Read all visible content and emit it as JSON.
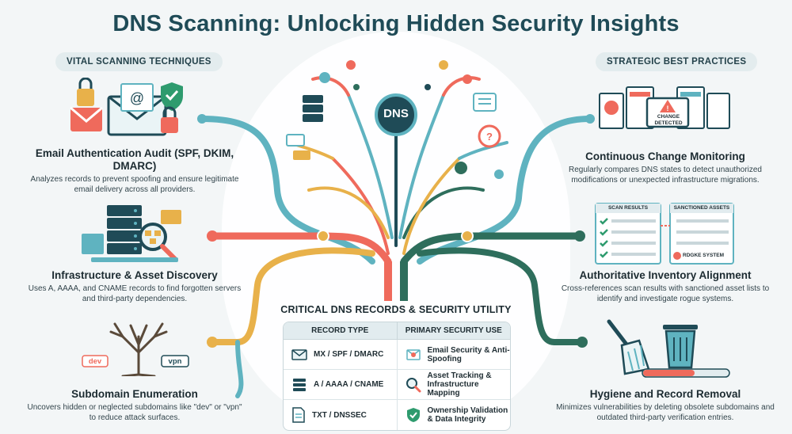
{
  "title": "DNS Scanning: Unlocking Hidden Security Insights",
  "left_heading": "VITAL SCANNING TECHNIQUES",
  "right_heading": "STRATEGIC BEST PRACTICES",
  "center_label": "DNS",
  "left_sections": [
    {
      "title": "Email Authentication Audit (SPF, DKIM, DMARC)",
      "desc": "Analyzes records to prevent spoofing and ensure legitimate email delivery across all providers.",
      "icon": "email-lock-icon"
    },
    {
      "title": "Infrastructure & Asset Discovery",
      "desc": "Uses A, AAAA, and CNAME records to find forgotten servers and third-party dependencies.",
      "icon": "server-discovery-icon"
    },
    {
      "title": "Subdomain Enumeration",
      "desc": "Uncovers hidden or neglected subdomains like \"dev\" or \"vpn\" to reduce attack surfaces.",
      "icon": "subdomain-tree-icon",
      "tags": [
        "dev",
        "vpn"
      ]
    }
  ],
  "right_sections": [
    {
      "title": "Continuous Change Monitoring",
      "desc": "Regularly compares DNS states to detect unauthorized modifications or unexpected infrastructure migrations.",
      "icon": "change-detected-icon",
      "badge": "CHANGE DETECTED"
    },
    {
      "title": "Authoritative Inventory Alignment",
      "desc": "Cross-references scan results with sanctioned asset lists to identify and investigate rogue systems.",
      "icon": "inventory-checklist-icon",
      "panel_left": "SCAN RESULTS",
      "panel_right": "SANCTIONED ASSETS",
      "rogue_label": "RDGKE SYSTEM"
    },
    {
      "title": "Hygiene and Record Removal",
      "desc": "Minimizes vulnerabilities by deleting obsolete subdomains and outdated third-party verification entries.",
      "icon": "broom-trash-icon",
      "progress": 0.6
    }
  ],
  "table": {
    "title": "CRITICAL DNS RECORDS & SECURITY UTILITY",
    "headers": [
      "RECORD TYPE",
      "PRIMARY SECURITY USE"
    ],
    "rows": [
      {
        "record": "MX / SPF / DMARC",
        "use": "Email Security & Anti-Spoofing",
        "record_icon": "envelope-icon",
        "use_icon": "email-shield-icon"
      },
      {
        "record": "A / AAAA / CNAME",
        "use": "Asset Tracking & Infrastructure Mapping",
        "record_icon": "server-icon",
        "use_icon": "magnifier-icon"
      },
      {
        "record": "TXT / DNSSEC",
        "use": "Ownership Validation & Data Integrity",
        "record_icon": "document-icon",
        "use_icon": "shield-check-icon"
      }
    ]
  },
  "colors": {
    "title": "#1f4b57",
    "teal": "#5fb3c0",
    "coral": "#ef6a5c",
    "mustard": "#e8b14a",
    "green": "#2e6e5c",
    "navy": "#1f4b57"
  }
}
